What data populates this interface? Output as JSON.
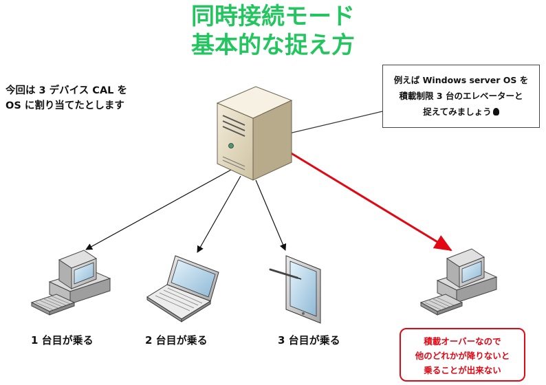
{
  "title": {
    "line1": "同時接続モード",
    "line2": "基本的な捉え方"
  },
  "intro": {
    "line1": "今回は 3 デバイス CAL を",
    "line2": "OS に割り当てたとします"
  },
  "callout": {
    "line1": "例えば Windows server OS を",
    "line2": "積載制限 3 台のエレベーターと",
    "line3": "捉えてみましょう",
    "icon": "lightbulb-icon"
  },
  "devices": [
    {
      "label": "1 台目が乗る",
      "icon": "desktop-pc-icon"
    },
    {
      "label": "2 台目が乗る",
      "icon": "laptop-icon"
    },
    {
      "label": "3 台目が乗る",
      "icon": "tablet-icon"
    },
    {
      "label": "",
      "icon": "desktop-pc-icon"
    }
  ],
  "warning": {
    "line1": "積載オーバーなので",
    "line2": "他のどれかが降りないと",
    "line3": "乗ることが出来ない",
    "color": "#e30613"
  },
  "server": {
    "icon": "server-tower-icon"
  },
  "colors": {
    "title": "#22c55e",
    "accent": "#e30613"
  }
}
